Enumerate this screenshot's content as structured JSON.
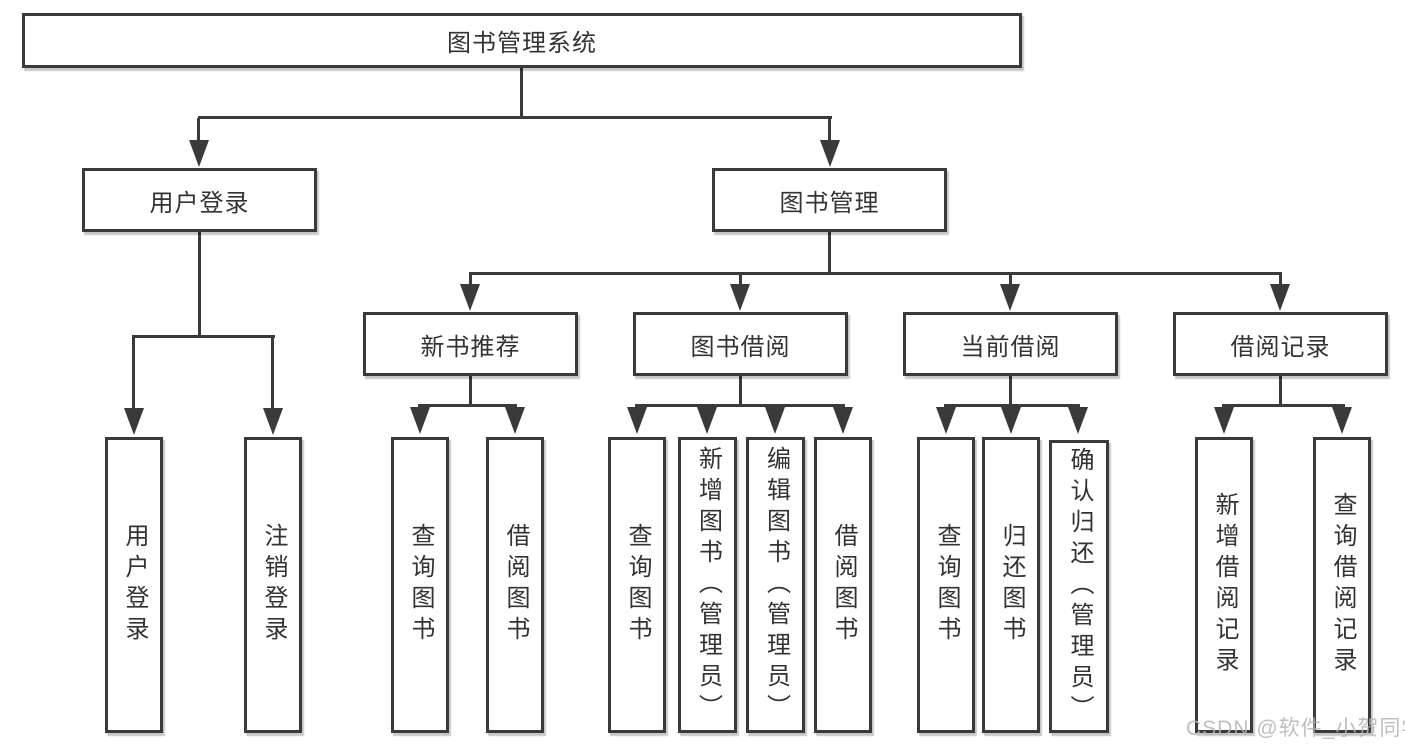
{
  "diagram": {
    "title": "图书管理系统",
    "level1": {
      "user_login": "用户登录",
      "book_management": "图书管理"
    },
    "level2": {
      "new_books": "新书推荐",
      "book_borrowing": "图书借阅",
      "current_borrowing": "当前借阅",
      "borrow_records": "借阅记录"
    },
    "leaves": {
      "user_login": [
        "用户登录",
        "注销登录"
      ],
      "new_books": [
        "查询图书",
        "借阅图书"
      ],
      "book_borrowing": [
        "查询图书",
        "新增图书（管理员）",
        "编辑图书（管理员）",
        "借阅图书"
      ],
      "current_borrowing": [
        "查询图书",
        "归还图书",
        "确认归还（管理员）"
      ],
      "borrow_records": [
        "新增借阅记录",
        "查询借阅记录"
      ]
    },
    "colors": {
      "line": "#3a3a3a",
      "border": "#3a3a3a",
      "text": "#333333",
      "watermark": "#b5b5b5"
    }
  },
  "watermark": "CSDN @软件_小贺同学"
}
